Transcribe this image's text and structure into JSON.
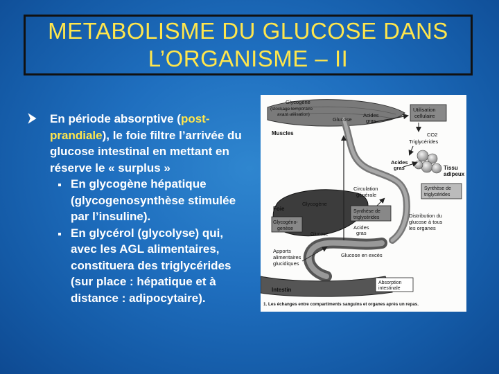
{
  "slide": {
    "title_line1": "METABOLISME DU GLUCOSE DANS",
    "title_line2": "L’ORGANISME – II",
    "colors": {
      "background": "#1f6fbf",
      "title": "#ffe64c",
      "text": "#ffffff",
      "highlight": "#ffe64c"
    }
  },
  "content": {
    "main": {
      "pre": "En période absorptive (",
      "highlight": "post-prandiale",
      "post": "), le foie filtre l’arrivée du glucose intestinal en mettant en réserve le « surplus »"
    },
    "sub_items": [
      "En glycogène hépatique (glycogenosynthèse stimulée par l’insuline).",
      "En glycérol (glycolyse) qui, avec les AGL alimentaires, constituera des triglycérides (sur place : hépatique et à distance : adipocytaire)."
    ]
  },
  "figure": {
    "glycogene": "Glycogène",
    "stockage1": "(stockage temporaire",
    "stockage2": "avant utilisation)",
    "glucose_muscle": "Glucose",
    "acides_gras_1a": "Acides",
    "acides_gras_1b": "gras",
    "utilisation1": "Utilisation",
    "utilisation2": "cellulaire",
    "muscles": "Muscles",
    "co2": "CO2",
    "triglycerides": "Triglycérides",
    "acides_gras_2a": "Acides",
    "acides_gras_2b": "gras",
    "tissu1": "Tissu",
    "tissu2": "adipeux",
    "synth_tg1a": "Synthèse de",
    "synth_tg1b": "triglycérides",
    "circulation1": "Circulation",
    "circulation2": "générale",
    "foie": "Foie",
    "glycogene_foie": "Glycogène",
    "glycogenogenese1": "Glycogéno-",
    "glycogenogenese2": "genèse",
    "synth_tg2a": "Synthèse de",
    "synth_tg2b": "triglycérides",
    "acides_gras_3a": "Acides",
    "acides_gras_3b": "gras",
    "glucose_foie": "Glucose",
    "distribution1": "Distribution du",
    "distribution2": "glucose à tous",
    "distribution3": "les organes",
    "apports1": "Apports",
    "apports2": "alimentaires",
    "apports3": "glucidiques",
    "glucose_exces": "Glucose en excès",
    "intestin": "Intestin",
    "absorption1": "Absorption",
    "absorption2": "intestinale",
    "caption": "1. Les échanges entre compartiments sanguins et organes après un repas."
  }
}
